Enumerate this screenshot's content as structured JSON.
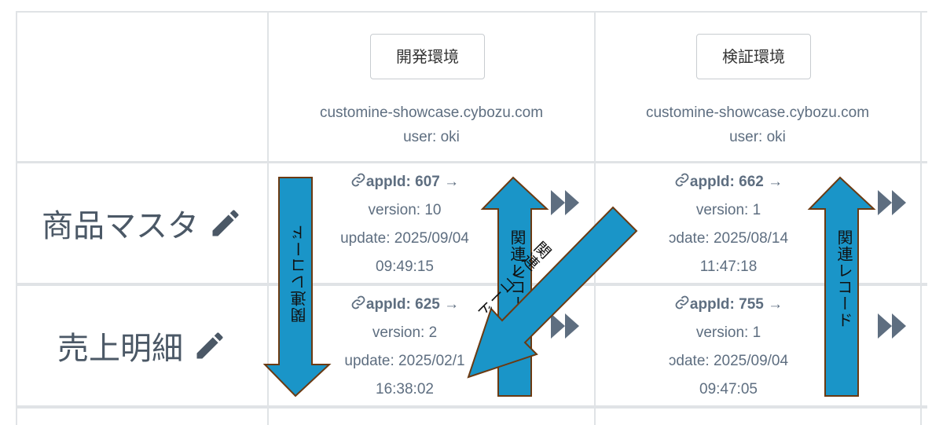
{
  "columns": [
    {
      "button_label": "開発環境",
      "domain": "customine-showcase.cybozu.com",
      "user": "user: oki"
    },
    {
      "button_label": "検証環境",
      "domain": "customine-showcase.cybozu.com",
      "user": "user: oki"
    }
  ],
  "rows": [
    {
      "label": "商品マスタ",
      "cells": [
        {
          "appid": "appId: 607 →",
          "version": "version: 10",
          "update": "update: 2025/09/04",
          "time": "09:49:15"
        },
        {
          "appid": "appId: 662 →",
          "version": "version: 1",
          "update": "ɔdate: 2025/08/14",
          "time": "11:47:18"
        }
      ]
    },
    {
      "label": "売上明細",
      "cells": [
        {
          "appid": "appId: 625 →",
          "version": "version: 2",
          "update": "update: 2025/02/1",
          "time": "16:38:02"
        },
        {
          "appid": "appId: 755 →",
          "version": "version: 1",
          "update": "ɔdate: 2025/09/04",
          "time": "09:47:05"
        }
      ]
    }
  ],
  "annotations": {
    "arrow_label": "関連レコード",
    "arrow_color": "#1a95c8",
    "arrow_border": "#6b3a12"
  },
  "icons": {
    "edit": "pencil-icon",
    "link": "link-icon",
    "next": "fast-forward-icon"
  },
  "colors": {
    "text": "#5e6e80",
    "row_label": "#4b5866",
    "grid": "#e0e3e6"
  }
}
